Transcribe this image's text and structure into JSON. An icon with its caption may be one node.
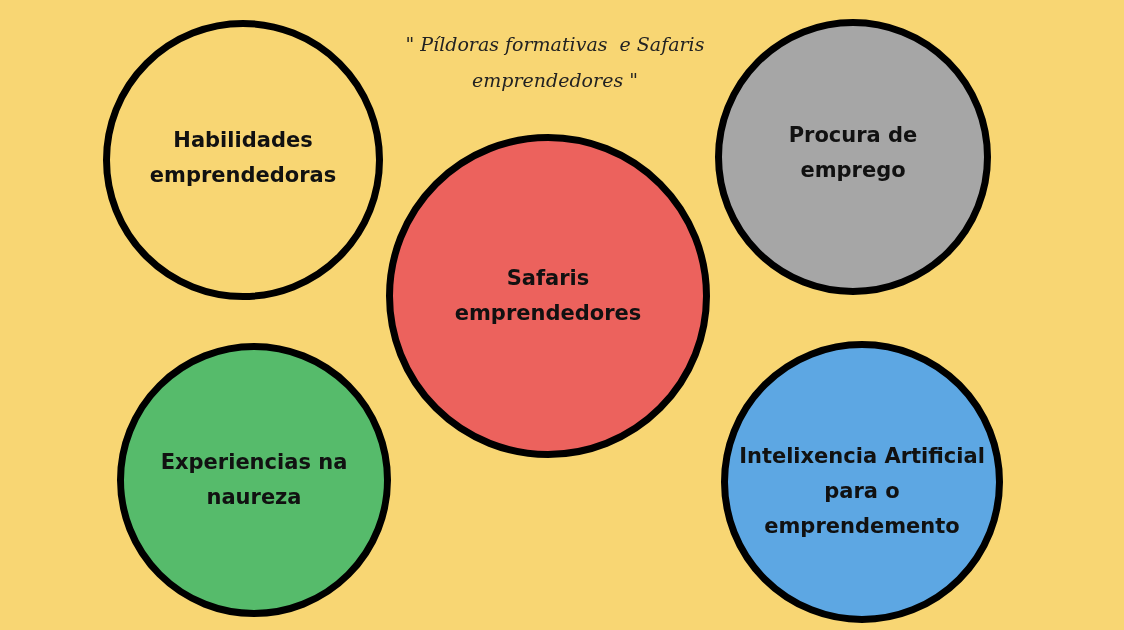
{
  "diagram": {
    "title": "\" Píldoras formativas  e Safaris emprendedores \"",
    "nodes": [
      {
        "text": [
          "Habilidades emprendedoras"
        ]
      },
      {
        "text": [
          "Procura de emprego"
        ]
      },
      {
        "text": [
          "Safaris emprendedores"
        ]
      },
      {
        "text": [
          "Experiencias na naureza"
        ]
      },
      {
        "text": [
          "Intelixencia Artificial para o emprendemento"
        ]
      }
    ]
  }
}
